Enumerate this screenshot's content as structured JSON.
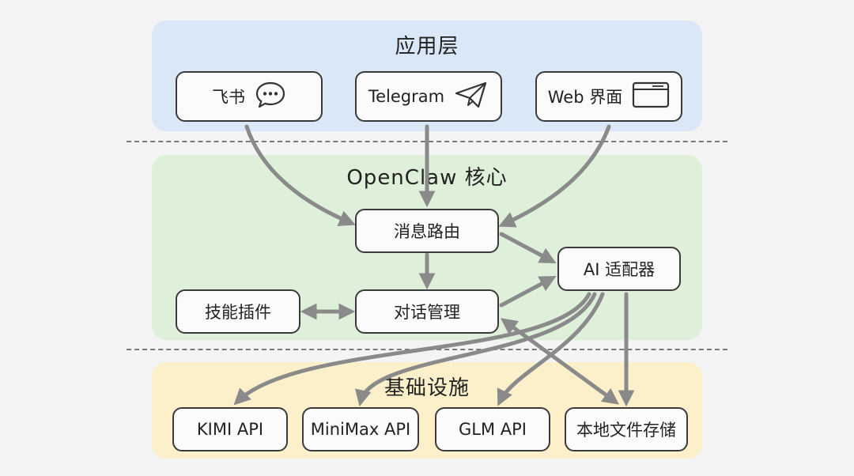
{
  "layers": {
    "app": {
      "title": "应用层"
    },
    "core": {
      "title": "OpenClaw 核心"
    },
    "infra": {
      "title": "基础设施"
    }
  },
  "nodes": {
    "feishu": {
      "label": "飞书",
      "icon": "chat-bubble-icon"
    },
    "telegram": {
      "label": "Telegram",
      "icon": "paper-plane-icon"
    },
    "web": {
      "label": "Web 界面",
      "icon": "browser-window-icon"
    },
    "router": {
      "label": "消息路由"
    },
    "ai_adapter": {
      "label": "AI 适配器"
    },
    "skills": {
      "label": "技能插件"
    },
    "dialog": {
      "label": "对话管理"
    },
    "kimi": {
      "label": "KIMI API"
    },
    "minimax": {
      "label": "MiniMax API"
    },
    "glm": {
      "label": "GLM API"
    },
    "storage": {
      "label": "本地文件存储"
    }
  },
  "edges": [
    {
      "from": "feishu",
      "to": "router"
    },
    {
      "from": "telegram",
      "to": "router"
    },
    {
      "from": "web",
      "to": "router"
    },
    {
      "from": "router",
      "to": "dialog"
    },
    {
      "from": "router",
      "to": "ai_adapter"
    },
    {
      "from": "dialog",
      "to": "ai_adapter"
    },
    {
      "from": "skills",
      "to": "dialog",
      "bidirectional": true
    },
    {
      "from": "ai_adapter",
      "to": "kimi"
    },
    {
      "from": "ai_adapter",
      "to": "minimax"
    },
    {
      "from": "ai_adapter",
      "to": "glm"
    },
    {
      "from": "ai_adapter",
      "to": "storage"
    },
    {
      "from": "dialog",
      "to": "storage",
      "bidirectional": true
    }
  ],
  "colors": {
    "app_layer": "#d9e7f7",
    "core_layer": "#dff0da",
    "infra_layer": "#fbf0c9",
    "arrow": "#8a8a8a",
    "node_border": "#3a3a3a"
  }
}
